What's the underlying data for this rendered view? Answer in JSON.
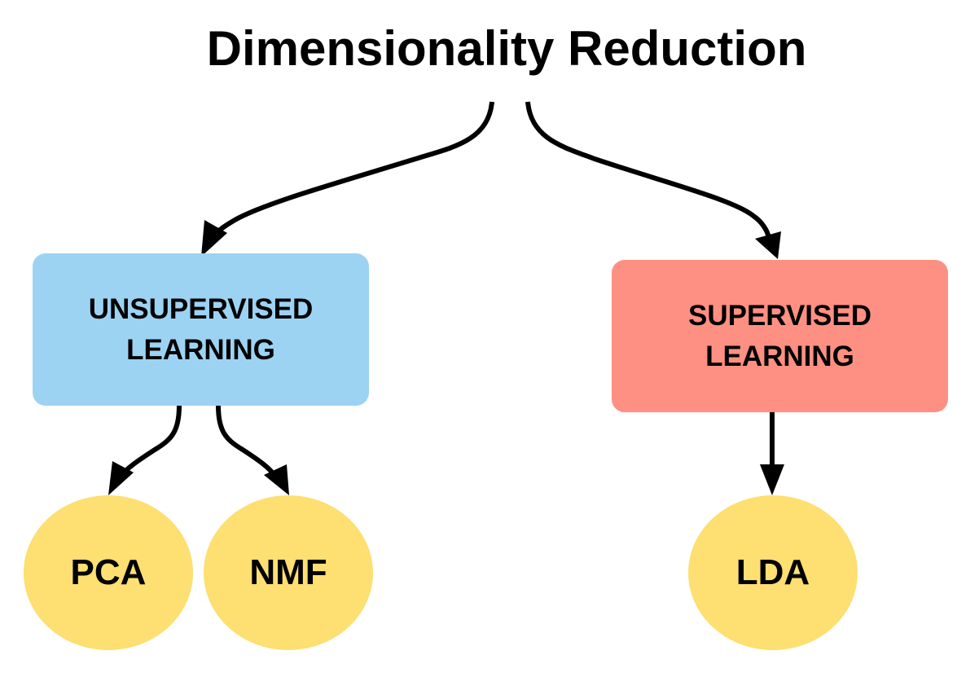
{
  "title": "Dimensionality Reduction",
  "categories": {
    "unsupervised": {
      "line1": "UNSUPERVISED",
      "line2": "LEARNING",
      "color": "#9cd3f3"
    },
    "supervised": {
      "line1": "SUPERVISED",
      "line2": "LEARNING",
      "color": "#fd9082"
    }
  },
  "methods": {
    "pca": "PCA",
    "nmf": "NMF",
    "lda": "LDA",
    "color": "#fddf72"
  }
}
